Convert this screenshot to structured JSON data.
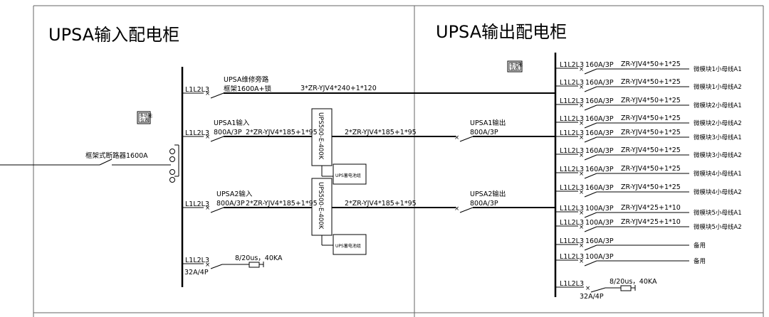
{
  "titles": {
    "left": "UPSA输入配电柜",
    "right": "UPSA输出配电柜"
  },
  "left": {
    "incoming": "框架式断路器1600A",
    "phase": "L1L2L3",
    "bypass": {
      "name": "UPSA维修旁路",
      "spec": "框架1600A+锁",
      "cable": "3*ZR-YJV4*240+1*120"
    },
    "ups1": {
      "name": "UPSA1输入",
      "breaker": "800A/3P",
      "cable_in": "2*ZR-YJV4*185+1*95",
      "cable_out": "2*ZR-YJV4*185+1*95",
      "device": "UPS500-E-400K",
      "battery": "UPS蓄电池组"
    },
    "ups2": {
      "name": "UPSA2输入",
      "breaker": "800A/3P",
      "cable_in": "2*ZR-YJV4*185+1*95",
      "cable_out": "2*ZR-YJV4*185+1*95",
      "device": "UPS500-E-400K",
      "battery": "UPS蓄电池组"
    },
    "spd": {
      "spec": "8/20us，40KA",
      "breaker": "32A/4P"
    },
    "box_text": [
      "多功能",
      "仪表"
    ]
  },
  "right": {
    "ups1_out": {
      "name": "UPSA1输出",
      "breaker": "800A/3P"
    },
    "ups2_out": {
      "name": "UPSA2输出",
      "breaker": "800A/3P"
    },
    "box_text": [
      "多功能",
      "仪表"
    ],
    "feeders": [
      {
        "phase": "L1L2L3",
        "breaker": "160A/3P",
        "cable": "ZR-YJV4*50+1*25",
        "dest": "微模块1小母线A1"
      },
      {
        "phase": "L1L2L3",
        "breaker": "160A/3P",
        "cable": "ZR-YJV4*50+1*25",
        "dest": "微模块1小母线A2"
      },
      {
        "phase": "L1L2L3",
        "breaker": "160A/3P",
        "cable": "ZR-YJV4*50+1*25",
        "dest": "微模块2小母线A1"
      },
      {
        "phase": "L1L2L3",
        "breaker": "160A/3P",
        "cable": "ZR-YJV4*50+1*25",
        "dest": "微模块2小母线A2"
      },
      {
        "phase": "L1L2L3",
        "breaker": "160A/3P",
        "cable": "ZR-YJV4*50+1*25",
        "dest": "微模块3小母线A1"
      },
      {
        "phase": "L1L2L3",
        "breaker": "160A/3P",
        "cable": "ZR-YJV4*50+1*25",
        "dest": "微模块3小母线A2"
      },
      {
        "phase": "L1L2L3",
        "breaker": "160A/3P",
        "cable": "ZR-YJV4*50+1*25",
        "dest": "微模块4小母线A1"
      },
      {
        "phase": "L1L2L3",
        "breaker": "160A/3P",
        "cable": "ZR-YJV4*50+1*25",
        "dest": "微模块4小母线A2"
      },
      {
        "phase": "L1L2L3",
        "breaker": "100A/3P",
        "cable": "ZR-YJV4*25+1*10",
        "dest": "微模块5小母线A1"
      },
      {
        "phase": "L1L2L3",
        "breaker": "100A/3P",
        "cable": "ZR-YJV4*25+1*10",
        "dest": "微模块5小母线A2"
      },
      {
        "phase": "L1L2L3",
        "breaker": "160A/3P",
        "cable": "",
        "dest": "备用"
      },
      {
        "phase": "L1L2L3",
        "breaker": "100A/3P",
        "cable": "",
        "dest": "备用"
      }
    ],
    "spd": {
      "phase": "L1L2L3",
      "spec": "8/20us，40KA",
      "breaker": "32A/4P"
    }
  }
}
